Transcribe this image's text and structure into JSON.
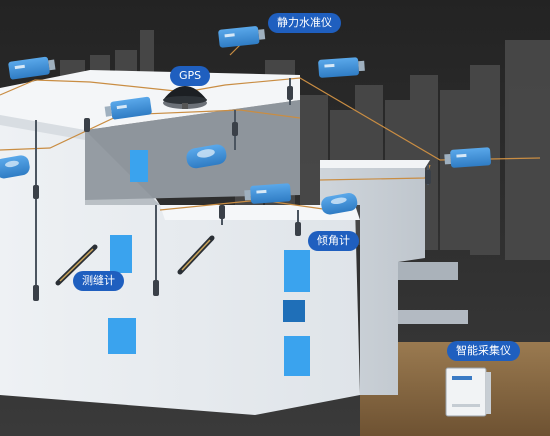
{
  "labels": {
    "leveling": "静力水准仪",
    "gps": "GPS",
    "tilt": "倾角计",
    "crack": "测缝计",
    "collector": "智能采集仪"
  },
  "icons": {
    "leveling_gauge": "leveling-gauge-icon",
    "gps_antenna": "gps-antenna-icon",
    "tilt_meter": "tilt-meter-icon",
    "crack_meter": "crack-meter-icon",
    "data_collector": "data-collector-icon"
  },
  "colors": {
    "background": "#2b2b2b",
    "building": "#e9edf1",
    "label_fill": "#1f5fbf",
    "sensor_blue": "#3b8fd8",
    "window_blue": "#3aa3ee",
    "cable": "#c98d43",
    "ground": "#8a6a43"
  }
}
